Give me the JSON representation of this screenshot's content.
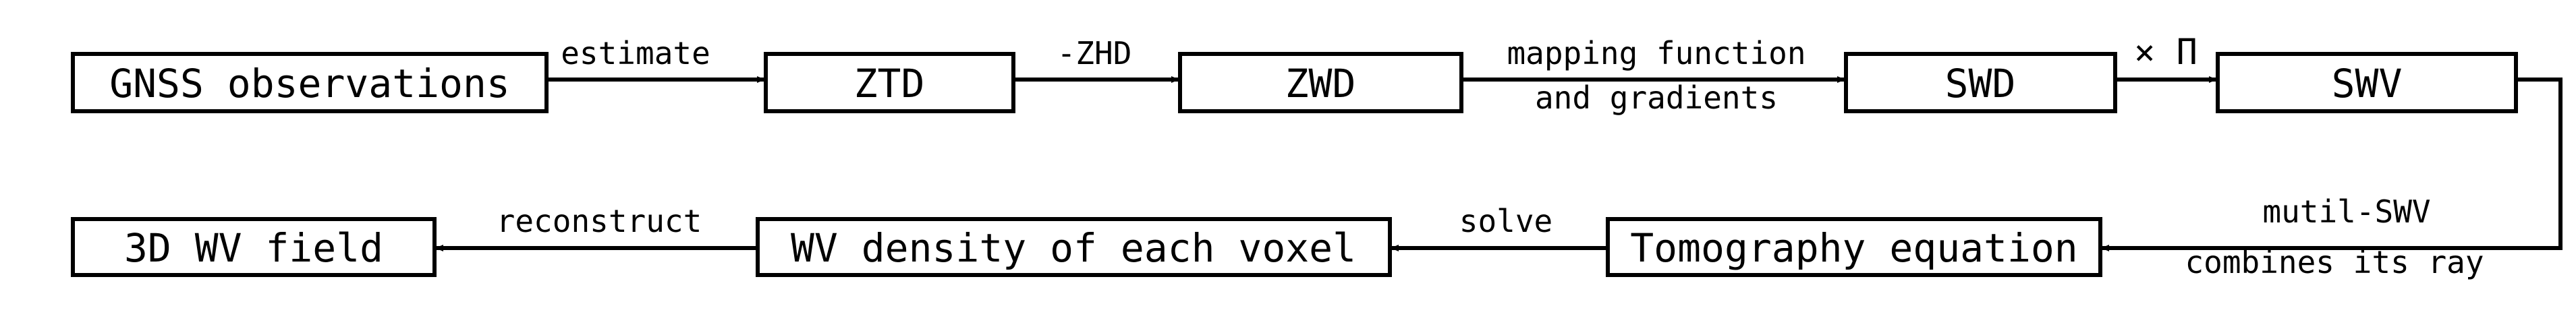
{
  "nodes": {
    "gnss": "GNSS observations",
    "ztd": "ZTD",
    "zwd": "ZWD",
    "swd": "SWD",
    "swv": "SWV",
    "tomography": "Tomography equation",
    "wv_density": "WV density of each voxel",
    "wv_field": "3D WV field"
  },
  "edges": {
    "estimate": "estimate",
    "minus_zhd": "-ZHD",
    "mapping_line1": "mapping function",
    "mapping_line2": "and gradients",
    "times_pi": "× Π",
    "multi_swv_line1": "mutil-SWV",
    "multi_swv_line2": "combines its ray",
    "solve": "solve",
    "reconstruct": "reconstruct"
  },
  "colors": {
    "stroke": "#000000",
    "background": "#ffffff"
  }
}
